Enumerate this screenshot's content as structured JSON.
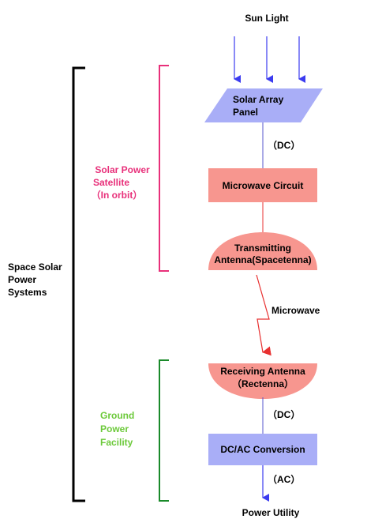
{
  "nodes": {
    "sun_light": "Sun Light",
    "solar_panel": [
      "Solar Array",
      "Panel"
    ],
    "dc_1": "（DC）",
    "microwave_circuit": "Microwave Circuit",
    "transmitting_antenna": [
      "Transmitting",
      "Antenna(Spacetenna)"
    ],
    "microwave": "Microwave",
    "receiving_antenna": [
      "Receiving Antenna",
      "（Rectenna）"
    ],
    "dc_2": "（DC）",
    "dcac_conversion": "DC/AC Conversion",
    "ac": "（AC）",
    "power_utility": "Power Utility"
  },
  "groups": {
    "space_solar": [
      "Space Solar",
      "Power",
      "Systems"
    ],
    "satellite": [
      "Solar Power",
      "Satellite",
      "（In orbit）"
    ],
    "ground": [
      "Ground",
      "Power",
      "Facility"
    ]
  },
  "colors": {
    "blue_box": "#a9aef7",
    "pink_box": "#f7968f",
    "pink_text": "#e8307a",
    "green_text": "#6cc93a",
    "green_bracket": "#1a8a2a",
    "arrow_blue": "#3b3bf0",
    "arrow_red": "#e83030",
    "line_blue": "#5555cc"
  }
}
